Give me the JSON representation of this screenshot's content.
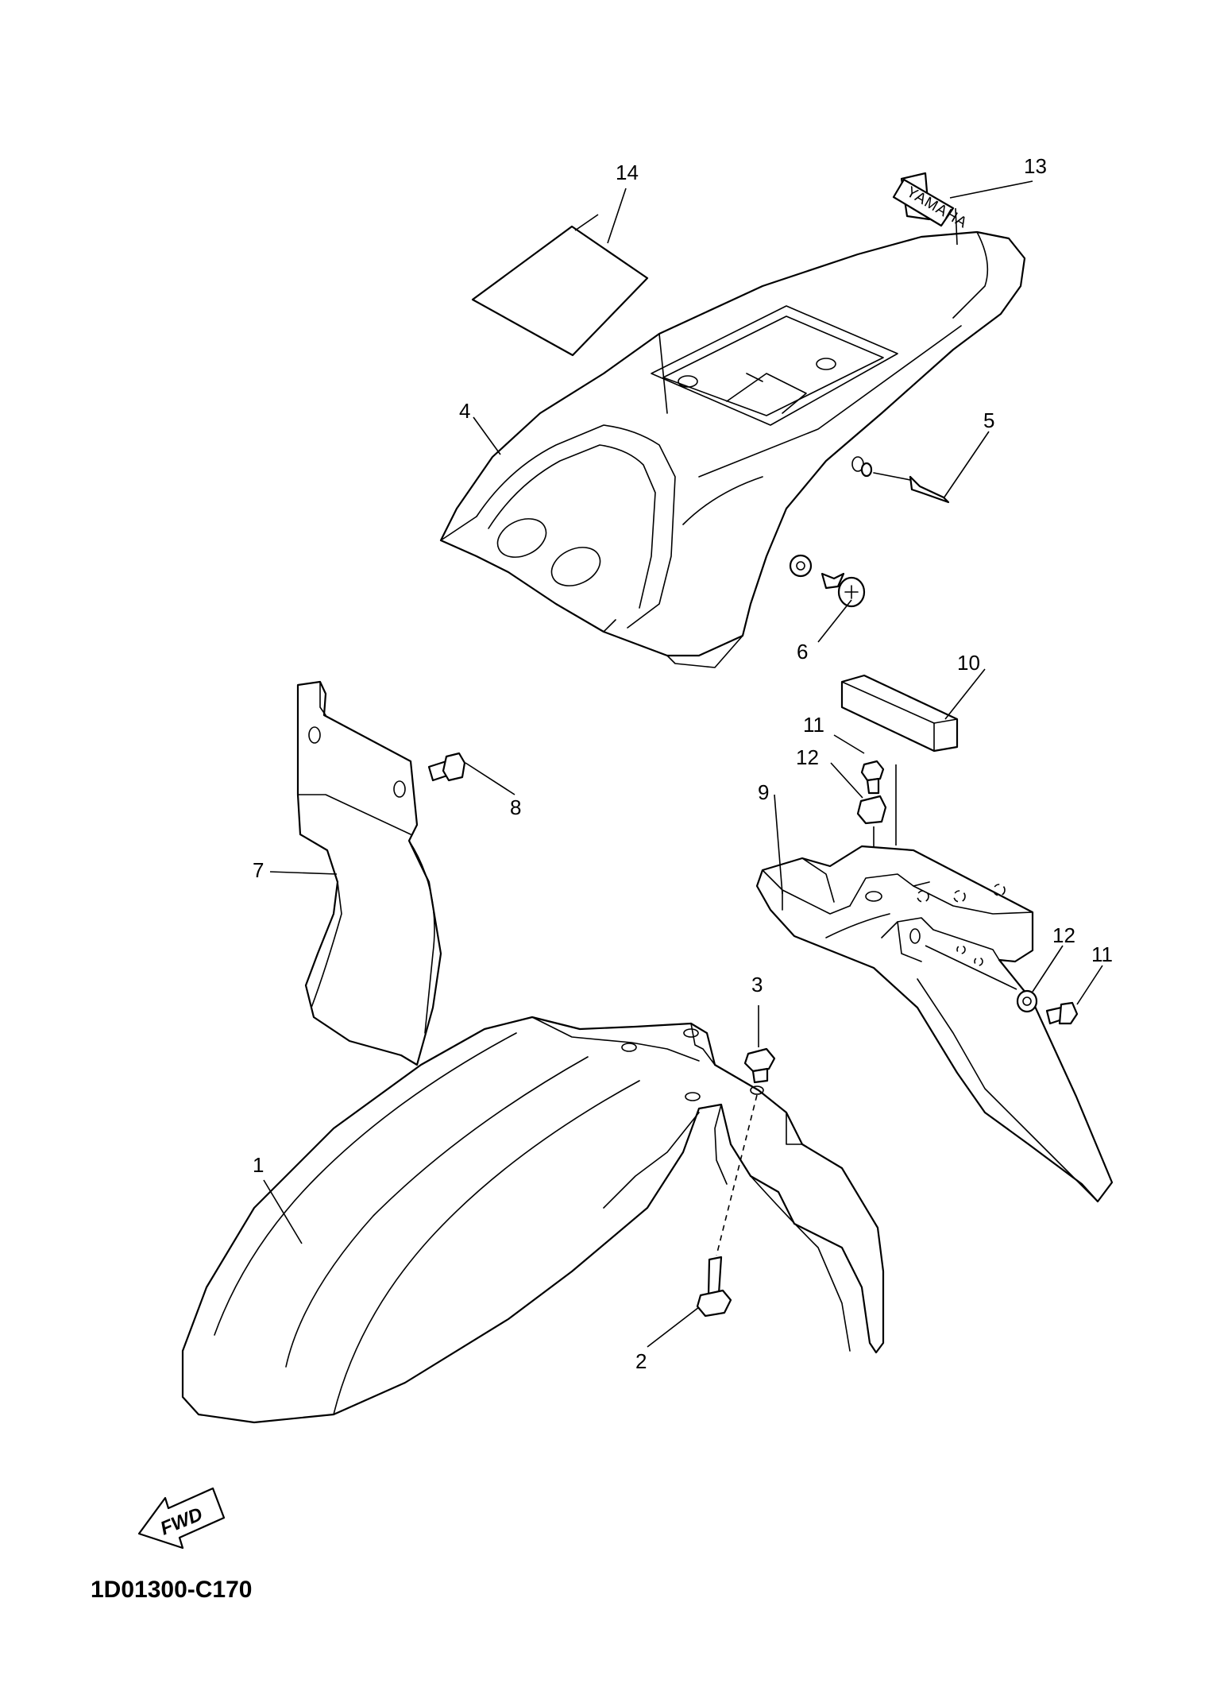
{
  "diagram_code": "1D01300-C170",
  "fwd_label": "FWD",
  "decal_text": "YAMAHA",
  "callouts": {
    "c1": "1",
    "c2": "2",
    "c3": "3",
    "c4": "4",
    "c5": "5",
    "c6": "6",
    "c7": "7",
    "c8": "8",
    "c9": "9",
    "c10": "10",
    "c11a": "11",
    "c11b": "11",
    "c12a": "12",
    "c12b": "12",
    "c13": "13",
    "c14": "14"
  }
}
